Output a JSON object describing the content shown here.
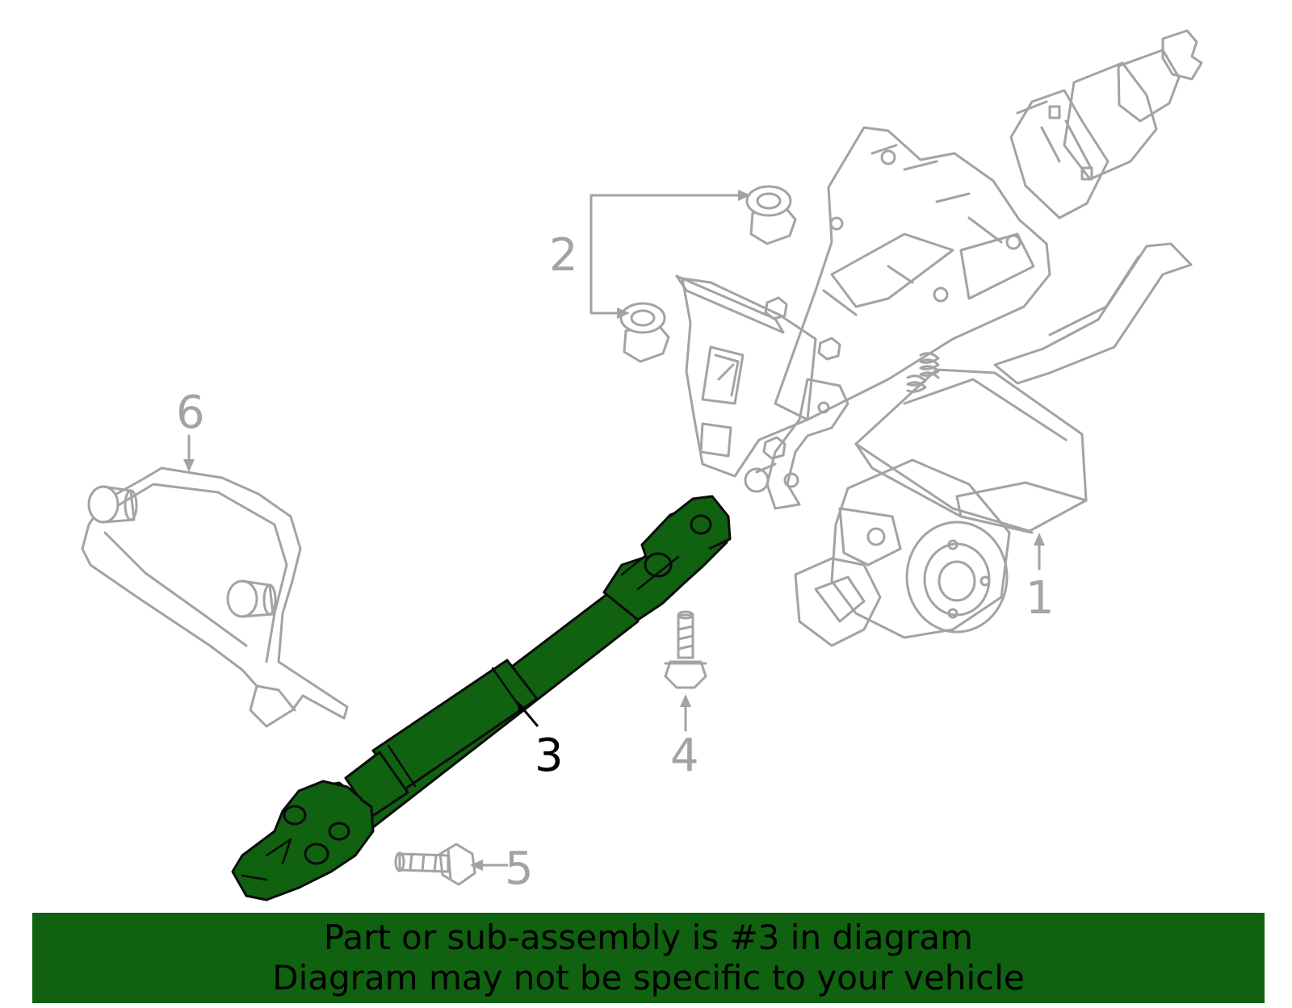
{
  "callouts": [
    {
      "id": "1",
      "label": "1"
    },
    {
      "id": "2",
      "label": "2"
    },
    {
      "id": "3",
      "label": "3"
    },
    {
      "id": "4",
      "label": "4"
    },
    {
      "id": "5",
      "label": "5"
    },
    {
      "id": "6",
      "label": "6"
    }
  ],
  "highlighted_part": "3",
  "colors": {
    "highlight": "#106110",
    "line_gray": "#a3a3a3",
    "banner_bg": "#106110",
    "text": "#000000"
  },
  "banner": {
    "line1": "Part or sub-assembly is #3 in diagram",
    "line2": "Diagram may not be specific to your vehicle"
  }
}
